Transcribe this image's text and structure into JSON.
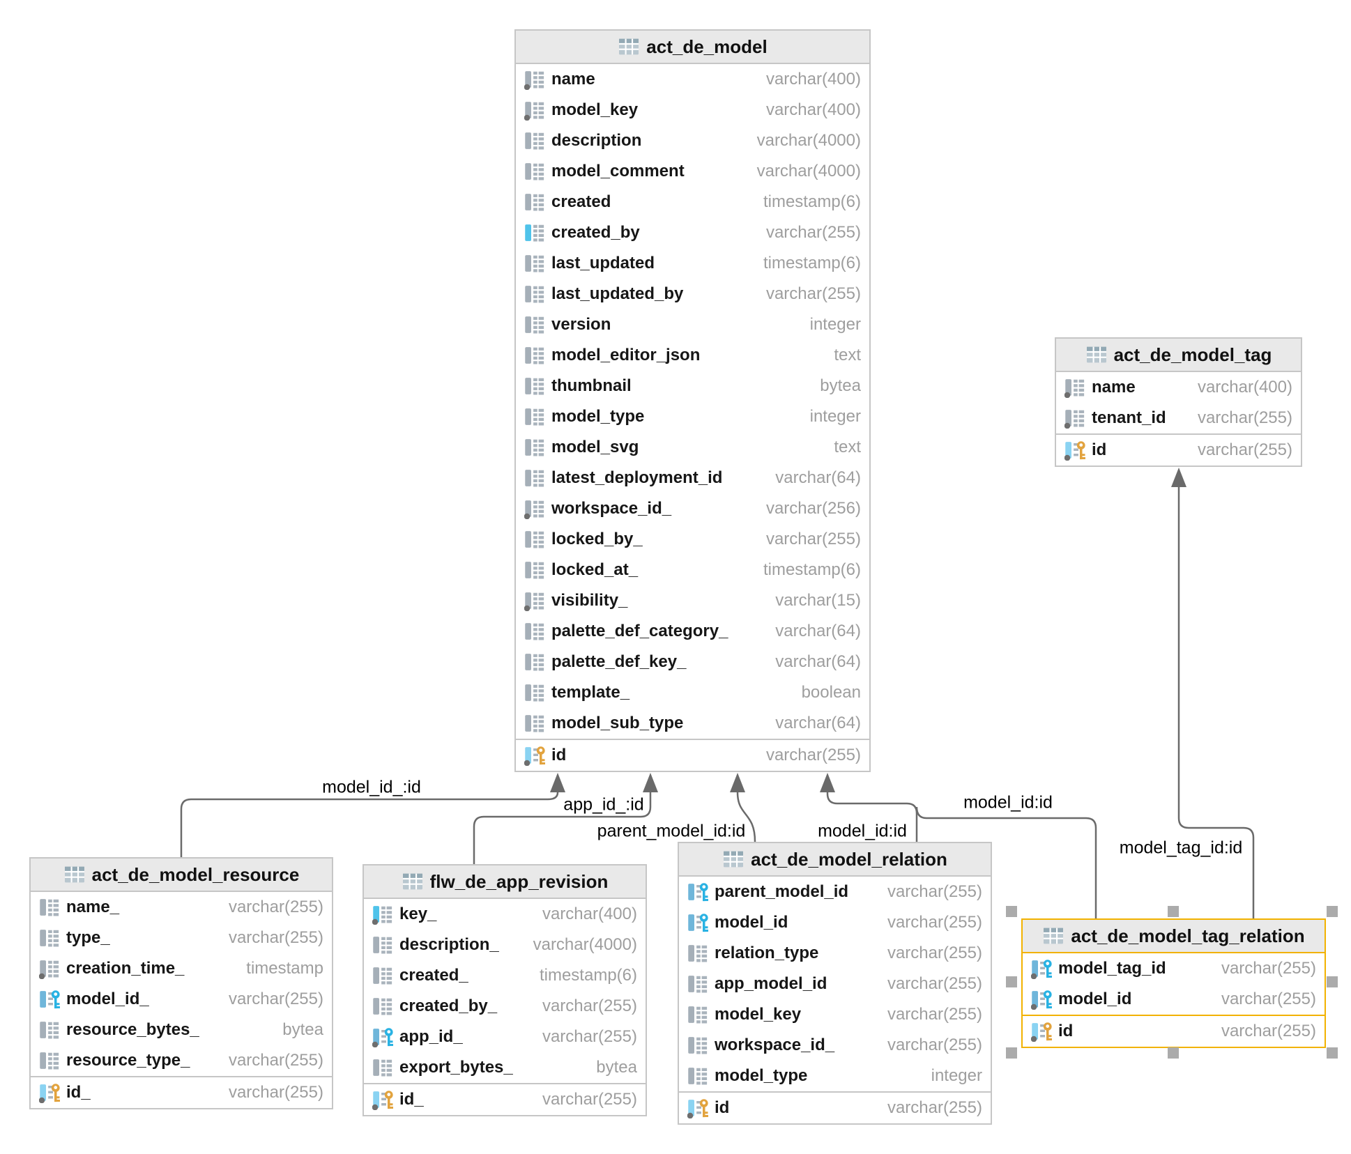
{
  "diagram_type": "database-entity-relationship",
  "colors": {
    "selection": "#f2b200",
    "connector_line": "#6a6a6a",
    "table_border": "#c6c6c6",
    "header_bg": "#e9e9e9",
    "primary_key_gold": "#e2a33e",
    "foreign_key_cyan": "#29b2e3",
    "indexed_bar_cyan": "#4fc3ea",
    "column_bar_gray": "#a5afb8"
  },
  "tables": [
    {
      "id": "act_de_model",
      "title": "act_de_model",
      "selected": false,
      "columns": [
        {
          "name": "name",
          "type": "varchar(400)",
          "icon": "column-notnull"
        },
        {
          "name": "model_key",
          "type": "varchar(400)",
          "icon": "column-notnull"
        },
        {
          "name": "description",
          "type": "varchar(4000)",
          "icon": "column"
        },
        {
          "name": "model_comment",
          "type": "varchar(4000)",
          "icon": "column"
        },
        {
          "name": "created",
          "type": "timestamp(6)",
          "icon": "column"
        },
        {
          "name": "created_by",
          "type": "varchar(255)",
          "icon": "column-indexed"
        },
        {
          "name": "last_updated",
          "type": "timestamp(6)",
          "icon": "column"
        },
        {
          "name": "last_updated_by",
          "type": "varchar(255)",
          "icon": "column"
        },
        {
          "name": "version",
          "type": "integer",
          "icon": "column"
        },
        {
          "name": "model_editor_json",
          "type": "text",
          "icon": "column"
        },
        {
          "name": "thumbnail",
          "type": "bytea",
          "icon": "column"
        },
        {
          "name": "model_type",
          "type": "integer",
          "icon": "column"
        },
        {
          "name": "model_svg",
          "type": "text",
          "icon": "column"
        },
        {
          "name": "latest_deployment_id",
          "type": "varchar(64)",
          "icon": "column"
        },
        {
          "name": "workspace_id_",
          "type": "varchar(256)",
          "icon": "column-notnull"
        },
        {
          "name": "locked_by_",
          "type": "varchar(255)",
          "icon": "column"
        },
        {
          "name": "locked_at_",
          "type": "timestamp(6)",
          "icon": "column"
        },
        {
          "name": "visibility_",
          "type": "varchar(15)",
          "icon": "column-notnull"
        },
        {
          "name": "palette_def_category_",
          "type": "varchar(64)",
          "icon": "column"
        },
        {
          "name": "palette_def_key_",
          "type": "varchar(64)",
          "icon": "column"
        },
        {
          "name": "template_",
          "type": "boolean",
          "icon": "column"
        },
        {
          "name": "model_sub_type",
          "type": "varchar(64)",
          "icon": "column"
        }
      ],
      "primary": {
        "name": "id",
        "type": "varchar(255)",
        "icon": "primary-key"
      }
    },
    {
      "id": "act_de_model_tag",
      "title": "act_de_model_tag",
      "selected": false,
      "columns": [
        {
          "name": "name",
          "type": "varchar(400)",
          "icon": "column-notnull"
        },
        {
          "name": "tenant_id",
          "type": "varchar(255)",
          "icon": "column-notnull"
        }
      ],
      "primary": {
        "name": "id",
        "type": "varchar(255)",
        "icon": "primary-key"
      }
    },
    {
      "id": "act_de_model_resource",
      "title": "act_de_model_resource",
      "selected": false,
      "columns": [
        {
          "name": "name_",
          "type": "varchar(255)",
          "icon": "column"
        },
        {
          "name": "type_",
          "type": "varchar(255)",
          "icon": "column"
        },
        {
          "name": "creation_time_",
          "type": "timestamp",
          "icon": "column-notnull"
        },
        {
          "name": "model_id_",
          "type": "varchar(255)",
          "icon": "foreign-key"
        },
        {
          "name": "resource_bytes_",
          "type": "bytea",
          "icon": "column"
        },
        {
          "name": "resource_type_",
          "type": "varchar(255)",
          "icon": "column"
        }
      ],
      "primary": {
        "name": "id_",
        "type": "varchar(255)",
        "icon": "primary-key"
      }
    },
    {
      "id": "flw_de_app_revision",
      "title": "flw_de_app_revision",
      "selected": false,
      "columns": [
        {
          "name": "key_",
          "type": "varchar(400)",
          "icon": "column-indexed-notnull"
        },
        {
          "name": "description_",
          "type": "varchar(4000)",
          "icon": "column"
        },
        {
          "name": "created_",
          "type": "timestamp(6)",
          "icon": "column"
        },
        {
          "name": "created_by_",
          "type": "varchar(255)",
          "icon": "column"
        },
        {
          "name": "app_id_",
          "type": "varchar(255)",
          "icon": "foreign-key-notnull"
        },
        {
          "name": "export_bytes_",
          "type": "bytea",
          "icon": "column"
        }
      ],
      "primary": {
        "name": "id_",
        "type": "varchar(255)",
        "icon": "primary-key"
      }
    },
    {
      "id": "act_de_model_relation",
      "title": "act_de_model_relation",
      "selected": false,
      "columns": [
        {
          "name": "parent_model_id",
          "type": "varchar(255)",
          "icon": "foreign-key"
        },
        {
          "name": "model_id",
          "type": "varchar(255)",
          "icon": "foreign-key"
        },
        {
          "name": "relation_type",
          "type": "varchar(255)",
          "icon": "column"
        },
        {
          "name": "app_model_id",
          "type": "varchar(255)",
          "icon": "column"
        },
        {
          "name": "model_key",
          "type": "varchar(255)",
          "icon": "column"
        },
        {
          "name": "workspace_id_",
          "type": "varchar(255)",
          "icon": "column"
        },
        {
          "name": "model_type",
          "type": "integer",
          "icon": "column"
        }
      ],
      "primary": {
        "name": "id",
        "type": "varchar(255)",
        "icon": "primary-key"
      }
    },
    {
      "id": "act_de_model_tag_relation",
      "title": "act_de_model_tag_relation",
      "selected": true,
      "columns": [
        {
          "name": "model_tag_id",
          "type": "varchar(255)",
          "icon": "foreign-key-notnull"
        },
        {
          "name": "model_id",
          "type": "varchar(255)",
          "icon": "foreign-key-notnull"
        }
      ],
      "primary": {
        "name": "id",
        "type": "varchar(255)",
        "icon": "primary-key"
      }
    }
  ],
  "relations": [
    {
      "label": "model_id_:id",
      "from": "act_de_model_resource.model_id_",
      "to": "act_de_model.id"
    },
    {
      "label": "app_id_:id",
      "from": "flw_de_app_revision.app_id_",
      "to": "act_de_model.id"
    },
    {
      "label": "parent_model_id:id",
      "from": "act_de_model_relation.parent_model_id",
      "to": "act_de_model.id"
    },
    {
      "label": "model_id:id",
      "from": "act_de_model_relation.model_id",
      "to": "act_de_model.id"
    },
    {
      "label": "model_id:id",
      "from": "act_de_model_tag_relation.model_id",
      "to": "act_de_model.id"
    },
    {
      "label": "model_tag_id:id",
      "from": "act_de_model_tag_relation.model_tag_id",
      "to": "act_de_model_tag.id"
    }
  ]
}
